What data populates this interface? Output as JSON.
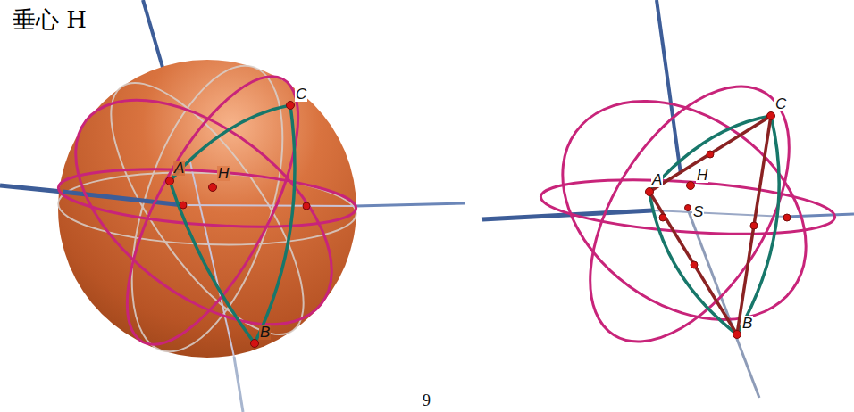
{
  "diagram": {
    "title": "垂心 H",
    "labels": [
      "A",
      "H",
      "C",
      "B",
      "C",
      "A",
      "H",
      "S",
      "B",
      "9"
    ]
  }
}
